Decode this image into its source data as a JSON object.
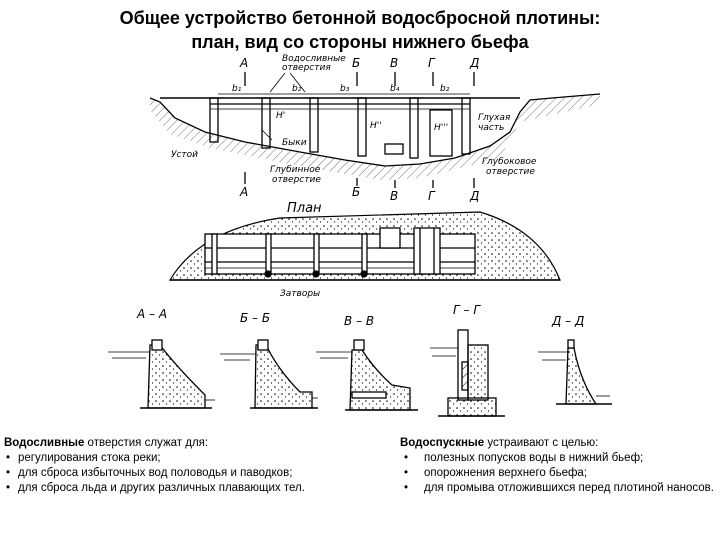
{
  "title": {
    "line1": "Общее устройство бетонной водосбросной плотины:",
    "line2": "план, вид со стороны нижнего бьефа"
  },
  "elevation": {
    "section_marks_top": [
      "А",
      "Б",
      "В",
      "Г",
      "Д"
    ],
    "section_marks_bottom": [
      "А",
      "Б",
      "В",
      "Г",
      "Д"
    ],
    "spillway_openings_label": [
      "Водосливные",
      "отверстия"
    ],
    "span_labels": [
      "b₁",
      "b₂",
      "b₃",
      "b₄",
      "b₂"
    ],
    "head_labels": [
      "H'",
      "H''",
      "H'''"
    ],
    "pier_label": "Быки",
    "abutment_label": "Устой",
    "deep_opening_label": [
      "Глубинное",
      "отверстие"
    ],
    "deaf_part_label": [
      "Глухая",
      "часть"
    ],
    "bottom_opening_label": [
      "Глубоковое",
      "отверстие"
    ]
  },
  "plan": {
    "label": "План",
    "bottom_label": "Затворы"
  },
  "sections": [
    "А – А",
    "Б – Б",
    "В – В",
    "Г – Г",
    "Д – Д"
  ],
  "spillway_text": {
    "bold": "Водосливные",
    "rest": " отверстия служат для:",
    "items": [
      "регулирования стока реки;",
      "для сброса избыточных вод половодья и паводков;",
      "для сброса льда и других различных плавающих тел."
    ]
  },
  "outlet_text": {
    "bold": "Водоспускные",
    "rest": " устраивают с целью:",
    "items": [
      "полезных попусков воды в нижний бьеф;",
      "опорожнения верхнего бьефа;",
      "для промыва отложившихся перед плотиной наносов."
    ]
  }
}
